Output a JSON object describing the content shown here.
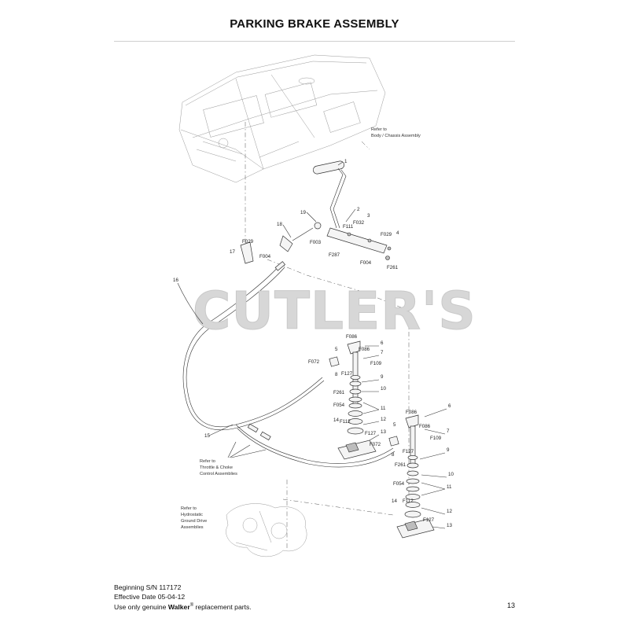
{
  "page": {
    "title": "PARKING BRAKE ASSEMBLY",
    "watermark": "CUTLER'S",
    "page_number": "13"
  },
  "footer": {
    "serial": "Beginning S/N 117172",
    "effective_date": "Effective Date 05-04-12",
    "note_prefix": "Use only genuine",
    "brand": "Walker",
    "registered": "®",
    "note_suffix": "replacement parts."
  },
  "references": {
    "body_chassis": [
      "Refer to",
      "Body / Chassis Assembly"
    ],
    "throttle_choke": [
      "Refer to",
      "Throttle & Choke",
      "Control Assemblies"
    ],
    "hydrostatic": [
      "Refer to",
      "Hydrostatic",
      "Ground Drive",
      "Assemblies"
    ]
  },
  "part_labels": {
    "upper": [
      "1",
      "19",
      "2",
      "18",
      "F111",
      "F032",
      "3",
      "F029",
      "4",
      "F029",
      "17",
      "F004",
      "F003",
      "F287",
      "F004",
      "F261"
    ],
    "cable": [
      "16",
      "15"
    ],
    "left_brake": [
      "F086",
      "6",
      "5",
      "F086",
      "7",
      "F072",
      "F109",
      "F127",
      "8",
      "9",
      "F261",
      "10",
      "F054",
      "11",
      "F112",
      "12",
      "14",
      "F127",
      "13"
    ],
    "right_brake": [
      "F086",
      "6",
      "5",
      "F086",
      "7",
      "F109",
      "F127",
      "F072",
      "8",
      "9",
      "F261",
      "10",
      "F054",
      "11",
      "14",
      "F112",
      "12",
      "F127",
      "13"
    ]
  }
}
